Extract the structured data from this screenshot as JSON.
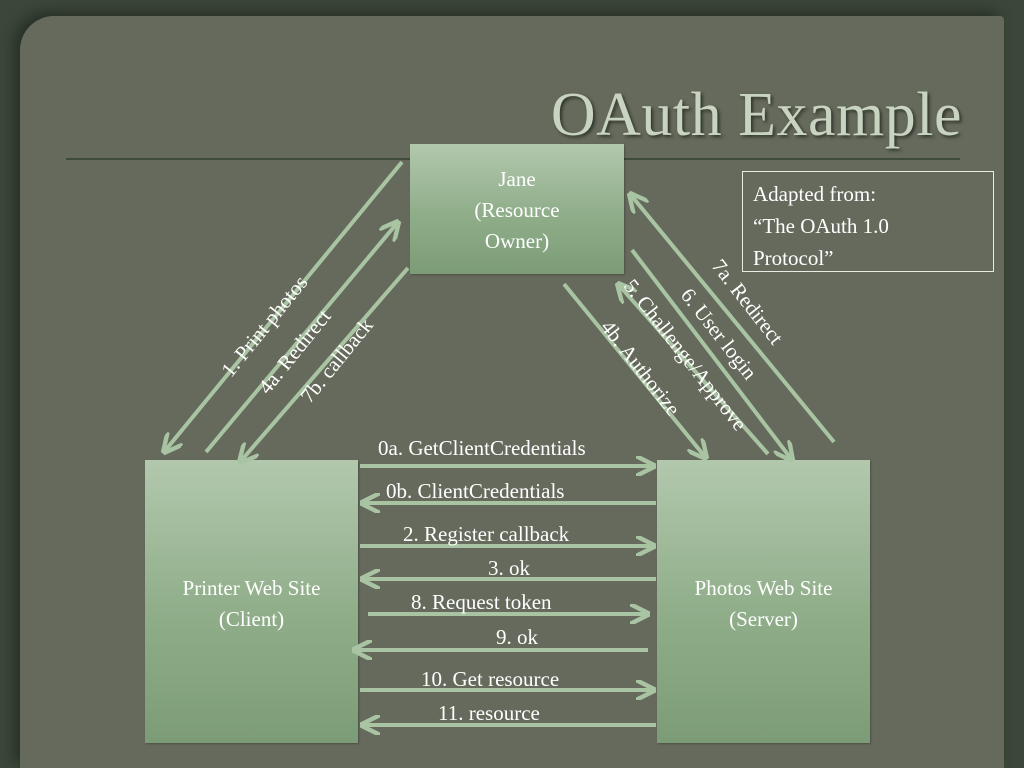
{
  "title": "OAuth Example",
  "colors": {
    "background": "#666a5c",
    "box_fill": "#9bb796",
    "arrow": "#a9c4a3",
    "title_text": "#c9d3c1",
    "text": "#ffffff"
  },
  "nodes": {
    "jane": [
      "Jane",
      "(Resource",
      "Owner)"
    ],
    "printer": [
      "Printer Web Site",
      "(Client)"
    ],
    "photos": [
      "Photos Web Site",
      "(Server)"
    ]
  },
  "note": [
    "Adapted from:",
    "“The OAuth 1.0",
    "Protocol”"
  ],
  "messages": {
    "m0a": "0a. GetClientCredentials",
    "m0b": "0b. ClientCredentials",
    "m2": "2. Register callback",
    "m3": "3. ok",
    "m8": "8. Request token",
    "m9": "9. ok",
    "m10": "10. Get resource",
    "m11": "11. resource",
    "m1": "1. Print photos",
    "m4a": "4a. Redirect",
    "m7b": "7b. callback",
    "m4b": "4b. Authorize",
    "m5": "5. Challenge/Approve",
    "m6": "6. User login",
    "m7a": "7a. Redirect"
  }
}
